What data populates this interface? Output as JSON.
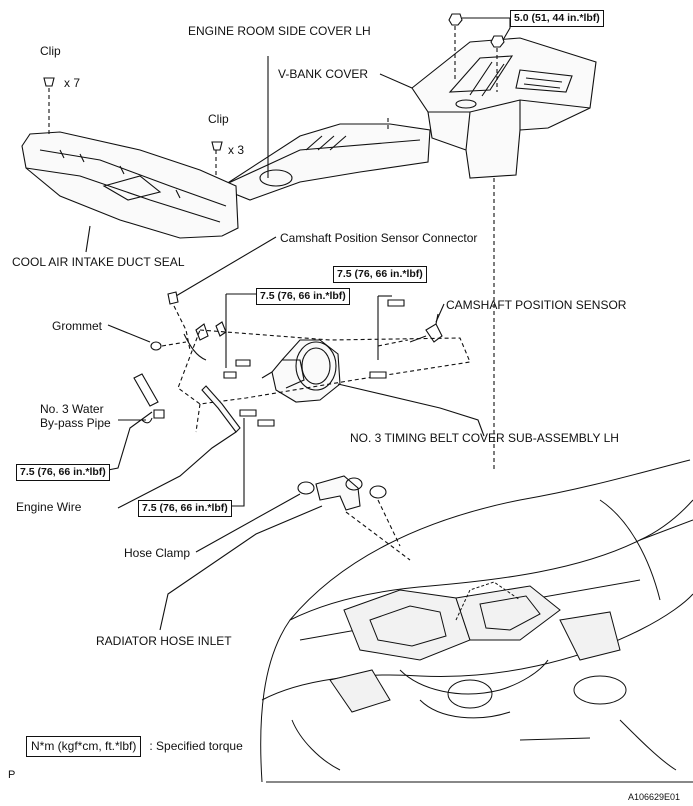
{
  "labels": {
    "clip_top": "Clip",
    "clip_top_qty": "x 7",
    "clip_mid": "Clip",
    "clip_mid_qty": "x 3",
    "engine_room_side_cover": "ENGINE ROOM SIDE COVER LH",
    "v_bank_cover": "V-BANK COVER",
    "cool_air_intake_duct_seal": "COOL AIR INTAKE DUCT SEAL",
    "camshaft_position_sensor_connector": "Camshaft Position Sensor Connector",
    "camshaft_position_sensor": "CAMSHAFT POSITION SENSOR",
    "grommet": "Grommet",
    "no3_water_bypass_pipe_line1": "No. 3 Water",
    "no3_water_bypass_pipe_line2": "By-pass Pipe",
    "no3_timing_belt_cover": "NO. 3 TIMING BELT COVER SUB-ASSEMBLY LH",
    "engine_wire": "Engine Wire",
    "hose_clamp": "Hose Clamp",
    "radiator_hose_inlet": "RADIATOR HOSE INLET",
    "page_letter": "P",
    "figure_code": "A106629E01"
  },
  "torques": {
    "v_bank_nut": "5.0 (51, 44 in.*lbf)",
    "sensor_bolt": "7.5 (76, 66 in.*lbf)",
    "cover_bolt_upper": "7.5 (76, 66 in.*lbf)",
    "bypass_pipe_bolt": "7.5 (76, 66 in.*lbf)",
    "cover_bolt_lower": "7.5 (76, 66 in.*lbf)"
  },
  "legend": {
    "unit_box": "N*m (kgf*cm, ft.*lbf)",
    "meaning": ": Specified torque"
  }
}
